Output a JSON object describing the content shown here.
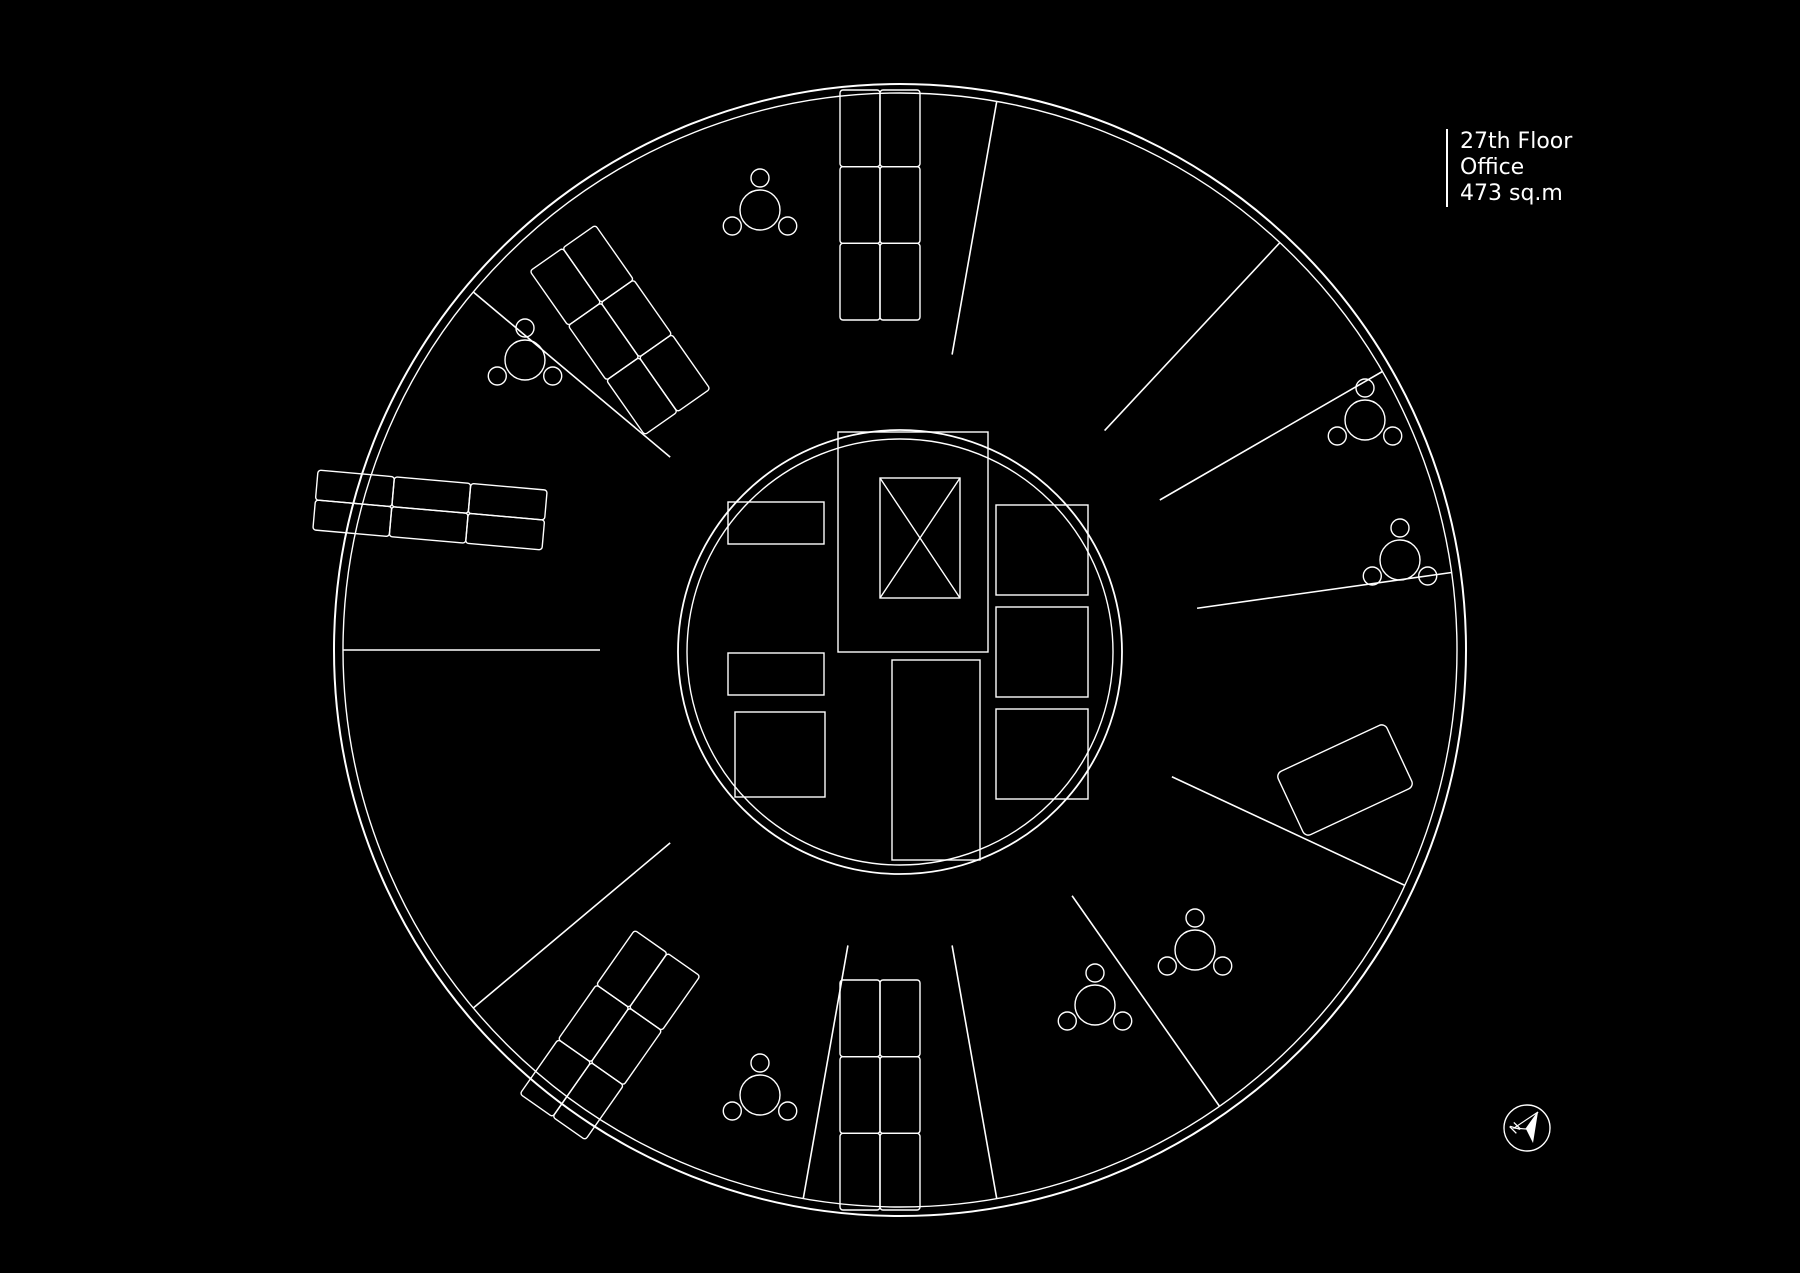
{
  "plan": {
    "floor_label": "27th Floor",
    "use_label": "Office",
    "area_label": "473 sq.m",
    "compass_letter": "N",
    "colors": {
      "background": "#000000",
      "linework": "#ffffff"
    }
  }
}
